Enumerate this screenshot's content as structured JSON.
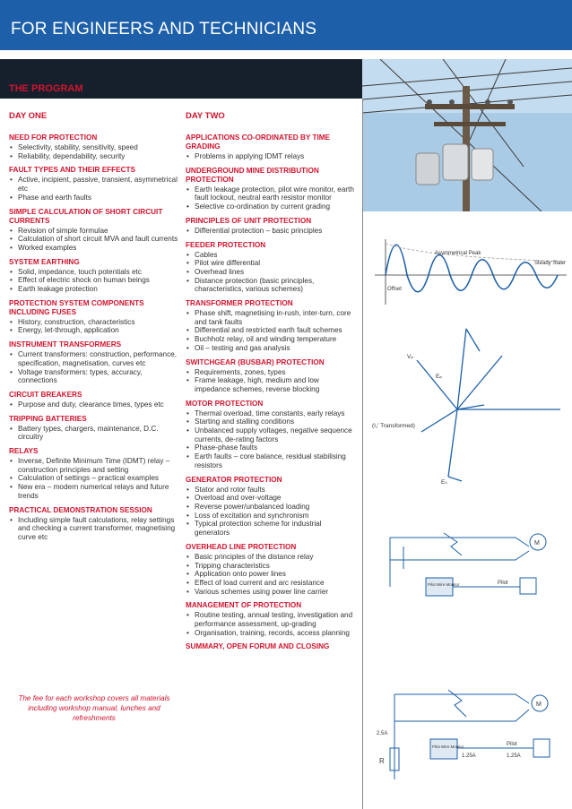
{
  "banner": {
    "title": "FOR ENGINEERS AND TECHNICIANS"
  },
  "program": {
    "title": "THE PROGRAM"
  },
  "day_one": {
    "title": "DAY ONE",
    "sections": [
      {
        "title": "NEED FOR PROTECTION",
        "items": [
          "Selectivity, stability, sensitivity, speed",
          "Reliability, dependability, security"
        ]
      },
      {
        "title": "FAULT TYPES AND THEIR EFFECTS",
        "items": [
          "Active, incipient, passive, transient, asymmetrical etc",
          "Phase and earth faults"
        ]
      },
      {
        "title": "SIMPLE CALCULATION OF SHORT CIRCUIT CURRENTS",
        "items": [
          "Revision of simple formulae",
          "Calculation of short circuit MVA and fault currents",
          "Worked examples"
        ]
      },
      {
        "title": "SYSTEM EARTHING",
        "items": [
          "Solid, impedance, touch potentials etc",
          "Effect of electric shock on human beings",
          "Earth leakage protection"
        ]
      },
      {
        "title": "PROTECTION SYSTEM COMPONENTS INCLUDING FUSES",
        "items": [
          "History, construction, characteristics",
          "Energy, let-through, application"
        ]
      },
      {
        "title": "INSTRUMENT TRANSFORMERS",
        "items": [
          "Current transformers: construction, performance, specification, magnetisation, curves etc",
          "Voltage transformers: types, accuracy, connections"
        ]
      },
      {
        "title": "CIRCUIT BREAKERS",
        "items": [
          "Purpose and duty, clearance times, types etc"
        ]
      },
      {
        "title": "TRIPPING BATTERIES",
        "items": [
          "Battery types, chargers, maintenance, D.C. circuitry"
        ]
      },
      {
        "title": "RELAYS",
        "items": [
          "Inverse, Definite Minimum Time (IDMT) relay – construction principles and setting",
          "Calculation of settings – practical examples",
          "New era – modern numerical relays and future trends"
        ]
      },
      {
        "title": "PRACTICAL DEMONSTRATION SESSION",
        "items": [
          "Including simple fault calculations, relay settings and checking a current transformer, magnetising curve etc"
        ]
      }
    ]
  },
  "day_two": {
    "title": "DAY TWO",
    "sections": [
      {
        "title": "APPLICATIONS CO-ORDINATED BY TIME GRADING",
        "items": [
          "Problems in applying IDMT relays"
        ]
      },
      {
        "title": "UNDERGROUND MINE DISTRIBUTION PROTECTION",
        "items": [
          "Earth leakage protection, pilot wire monitor, earth fault lockout, neutral earth resistor monitor",
          "Selective co-ordination by current grading"
        ]
      },
      {
        "title": "PRINCIPLES OF UNIT PROTECTION",
        "items": [
          "Differential protection – basic principles"
        ]
      },
      {
        "title": "FEEDER PROTECTION",
        "items": [
          "Cables",
          "Pilot wire differential",
          "Overhead lines",
          "Distance protection (basic principles, characteristics, various schemes)"
        ]
      },
      {
        "title": "TRANSFORMER PROTECTION",
        "items": [
          "Phase shift, magnetising in-rush, inter-turn, core and tank faults",
          "Differential and restricted earth fault schemes",
          "Buchholz relay, oil and winding temperature",
          "Oil – testing and gas analysis"
        ]
      },
      {
        "title": "SWITCHGEAR (BUSBAR) PROTECTION",
        "items": [
          "Requirements, zones, types",
          "Frame leakage, high, medium and low impedance schemes, reverse blocking"
        ]
      },
      {
        "title": "MOTOR PROTECTION",
        "items": [
          "Thermal overload, time constants, early relays",
          "Starting and stalling conditions",
          "Unbalanced supply voltages, negative sequence currents, de-rating factors",
          "Phase-phase faults",
          "Earth faults – core balance, residual stabilising resistors"
        ]
      },
      {
        "title": "GENERATOR PROTECTION",
        "items": [
          "Stator and rotor faults",
          "Overload and over-voltage",
          "Reverse power/unbalanced loading",
          "Loss of excitation and synchronism",
          "Typical protection scheme for industrial generators"
        ]
      },
      {
        "title": "OVERHEAD LINE PROTECTION",
        "items": [
          "Basic principles of the distance relay",
          "Tripping characteristics",
          "Application onto power lines",
          "Effect of load current and arc resistance",
          "Various schemes using power line carrier"
        ]
      },
      {
        "title": "MANAGEMENT OF PROTECTION",
        "items": [
          "Routine testing, annual testing, investigation and performance assessment, up-grading",
          "Organisation, training, records, access planning"
        ]
      },
      {
        "title": "SUMMARY, OPEN FORUM AND CLOSING",
        "items": []
      }
    ]
  },
  "fee_note": "The fee for each workshop covers all materials including workshop manual, lunches and refreshments",
  "figures": {
    "waveform": {
      "asym_label": "Asymmetrical Peak",
      "steady_label": "Steady State",
      "offset_label": "Offset"
    },
    "phasor": {
      "transformed_label": "(I₁' Transformed)",
      "v_label": "Vₚ",
      "ep_label": "Eₚ",
      "es_label": "Eₛ"
    },
    "scheme1": {
      "pilot_wire_monitor": "Pilot Wire Monitor",
      "pilot": "Pilot",
      "m": "M"
    },
    "scheme2": {
      "pilot_wire_monitor": "Pilot Wire Monitor",
      "pilot": "Pilot",
      "m": "M",
      "r": "R",
      "a1": "2.5A",
      "a2": "1.25A",
      "a3": "1.25A"
    }
  },
  "colors": {
    "banner": "#1d5fa8",
    "accent": "#d0152f",
    "dark_bar": "#16202c"
  }
}
